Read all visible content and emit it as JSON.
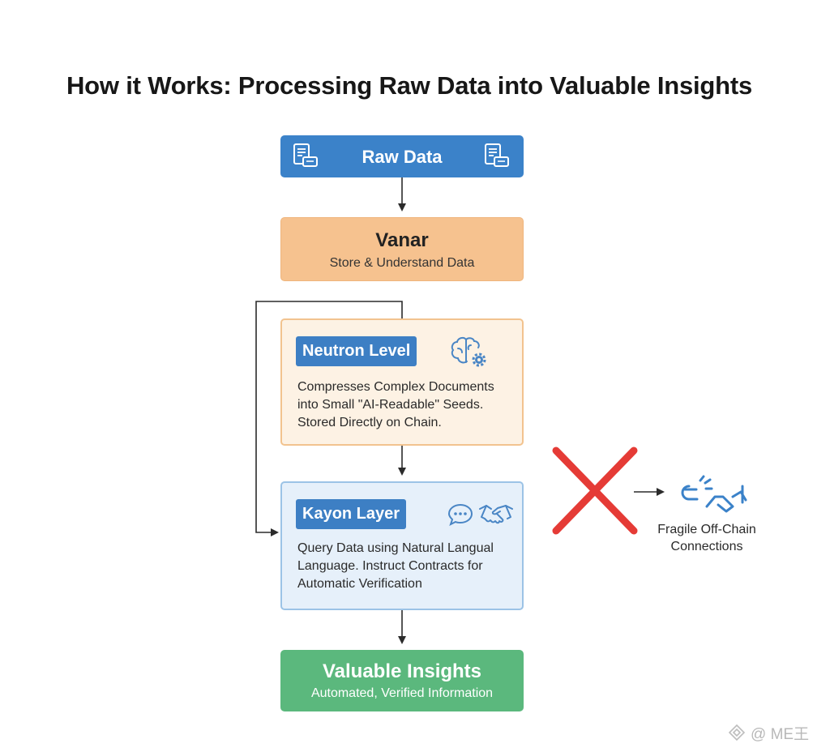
{
  "title": "How it Works: Processing Raw Data into Valuable Insights",
  "raw_data": {
    "label": "Raw Data",
    "icon": "document-icon"
  },
  "vanar": {
    "name": "Vanar",
    "subtitle": "Store & Understand Data"
  },
  "neutron": {
    "label": "Neutron Level",
    "icon": "brain-gear-icon",
    "lines": [
      "Compresses Complex Documents",
      "into Small \"AI-Readable\" Seeds.",
      "Stored Directly on Chain."
    ]
  },
  "kayon": {
    "label": "Kayon Layer",
    "icons": [
      "chat-bubble-icon",
      "handshake-icon"
    ],
    "lines": [
      "Query Data using Natural Langual",
      "Language. Instruct Contracts for",
      "Automatic Verification"
    ]
  },
  "insights": {
    "name": "Valuable Insights",
    "subtitle": "Automated, Verified Information"
  },
  "side_note": {
    "lines": [
      "Fragile Off-Chain",
      "Connections"
    ],
    "icons": [
      "red-x-icon",
      "broken-chain-handshake-icon"
    ]
  },
  "watermark": {
    "text": "@ ME王"
  },
  "colors": {
    "raw_blue": "#3b82c9",
    "vanar_orange": "#f6c28f",
    "neutron_bg": "#fdf2e4",
    "kayon_bg": "#e6f0fa",
    "pill_blue": "#3d7fc4",
    "insights_green": "#5bb87d",
    "cross_red": "#e53b36"
  }
}
